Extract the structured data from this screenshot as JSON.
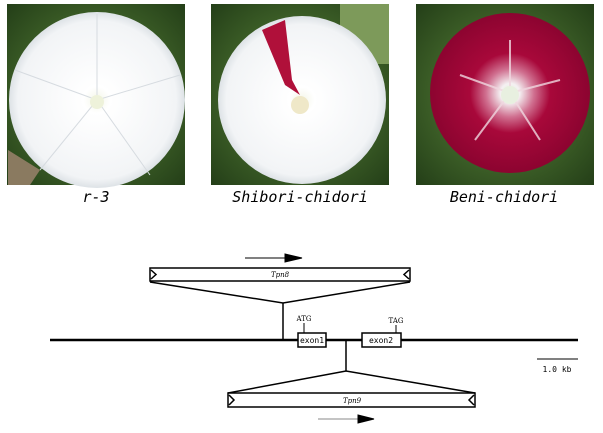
{
  "photos": [
    {
      "caption": "r-3",
      "petal_color": "#ffffff"
    },
    {
      "caption": "Shibori-chidori",
      "petal_color": "#ffffff",
      "sector_color": "#b0103a"
    },
    {
      "caption": "Beni-chidori",
      "petal_color": "#a8083a"
    }
  ],
  "diagram": {
    "transposon_top": "Tpn8",
    "transposon_bottom": "Tpn9",
    "start_codon": "ATG",
    "stop_codon": "TAG",
    "exon1": "exon1",
    "exon2": "exon2",
    "scale_label": "1.0 kb"
  },
  "colors": {
    "leaf": "#3d6b2a",
    "line": "#000000"
  }
}
